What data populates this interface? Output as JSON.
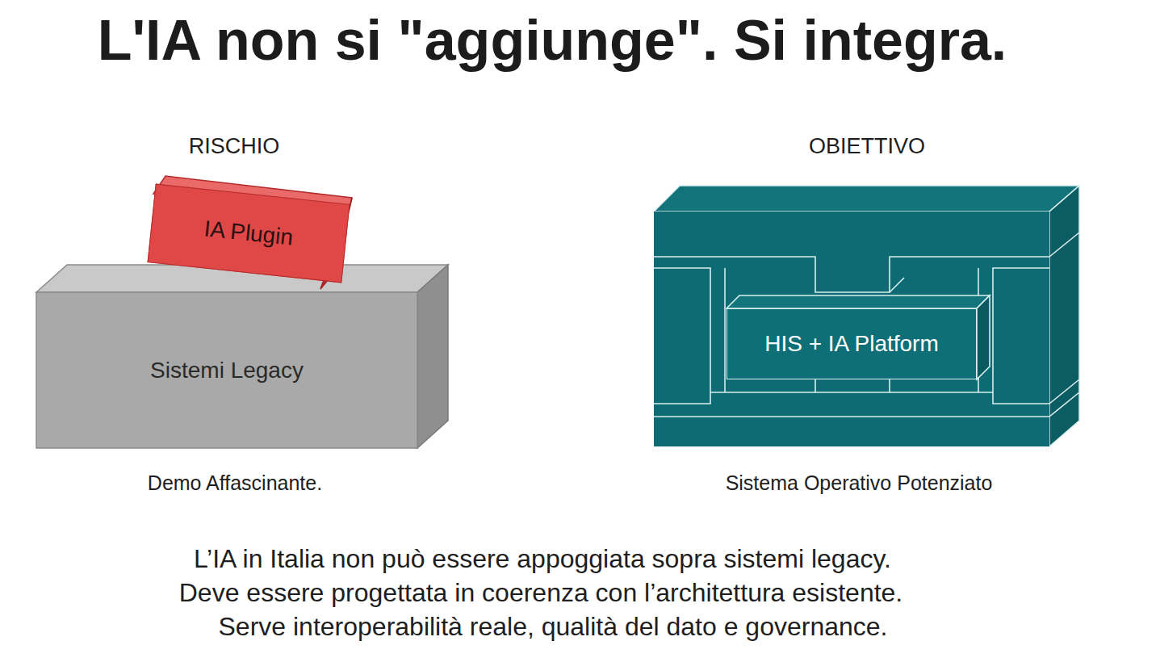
{
  "diagram": {
    "title": "L'IA non si \"aggiunge\". Si integra.",
    "nodes": [
      {
        "text": [
          "IA Plugin"
        ]
      },
      {
        "text": [
          "Sistemi Legacy"
        ]
      },
      {
        "text": [
          "HIS + IA Platform"
        ]
      }
    ],
    "labels": [
      "RISCHIO",
      "OBIETTIVO",
      "Demo Affascinante.",
      "Sistema Operativo Potenziato",
      "L’IA in Italia non può essere appoggiata sopra sistemi legacy.",
      "Deve essere progettata in coerenza con l’architettura esistente.",
      "Serve interoperabilità reale, qualità del dato e governance."
    ]
  }
}
